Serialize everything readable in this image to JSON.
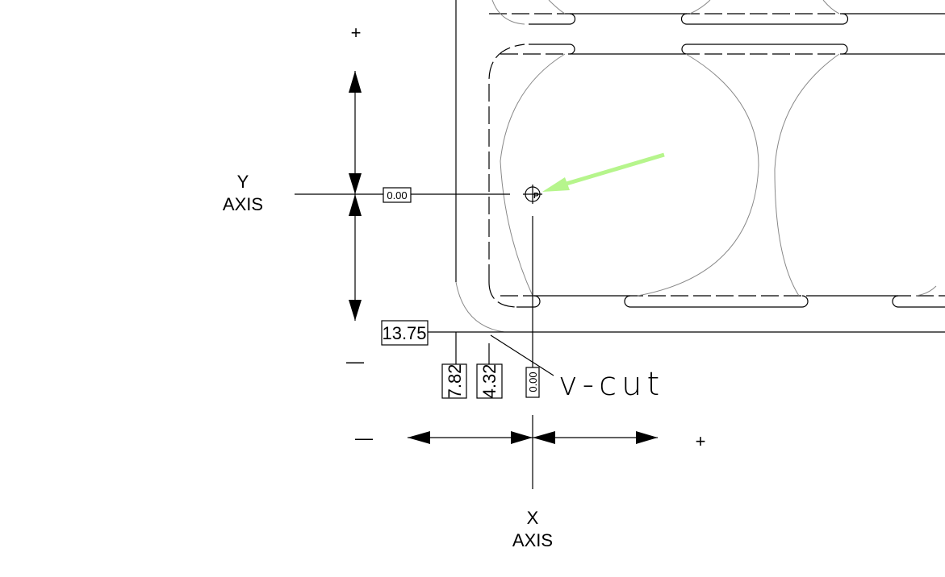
{
  "y_axis": {
    "line1": "Y",
    "line2": "AXIS",
    "plus": "+",
    "minus": "—"
  },
  "x_axis": {
    "line1": "X",
    "line2": "AXIS",
    "plus": "+",
    "minus": "—"
  },
  "dimensions": {
    "y_origin": "0.00",
    "y_edge": "13.75",
    "x_origin": "0.00",
    "x_vcut": "4.32",
    "x_edge": "7.82"
  },
  "callout": {
    "label": "v-cut",
    "arrow_color": "#b6f58c"
  },
  "fiducial": {
    "marker": "P"
  }
}
